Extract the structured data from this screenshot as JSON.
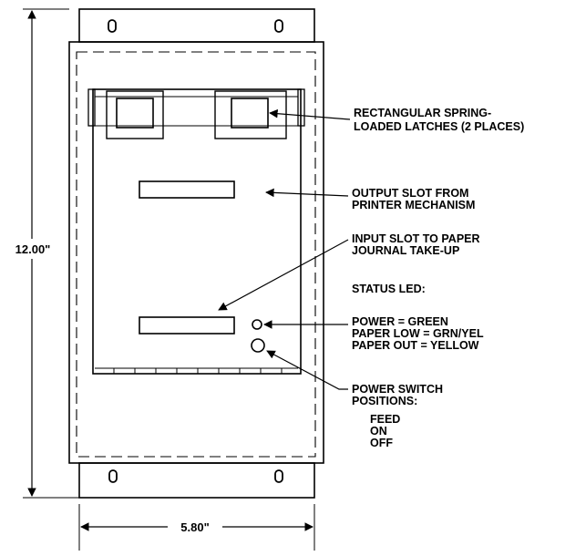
{
  "dimensions": {
    "height": "12.00\"",
    "width": "5.80\""
  },
  "callouts": {
    "latches": [
      "RECTANGULAR SPRING-",
      "LOADED LATCHES (2 PLACES)"
    ],
    "output_slot": [
      "OUTPUT SLOT FROM",
      "PRINTER MECHANISM"
    ],
    "input_slot": [
      "INPUT SLOT TO PAPER",
      "JOURNAL TAKE-UP"
    ],
    "status_led": {
      "title": "STATUS LED:",
      "lines": [
        "POWER = GREEN",
        "PAPER LOW = GRN/YEL",
        "PAPER OUT = YELLOW"
      ]
    },
    "power_switch": {
      "title": [
        "POWER SWITCH",
        "POSITIONS:"
      ],
      "positions": [
        "FEED",
        "ON",
        "OFF"
      ]
    }
  }
}
